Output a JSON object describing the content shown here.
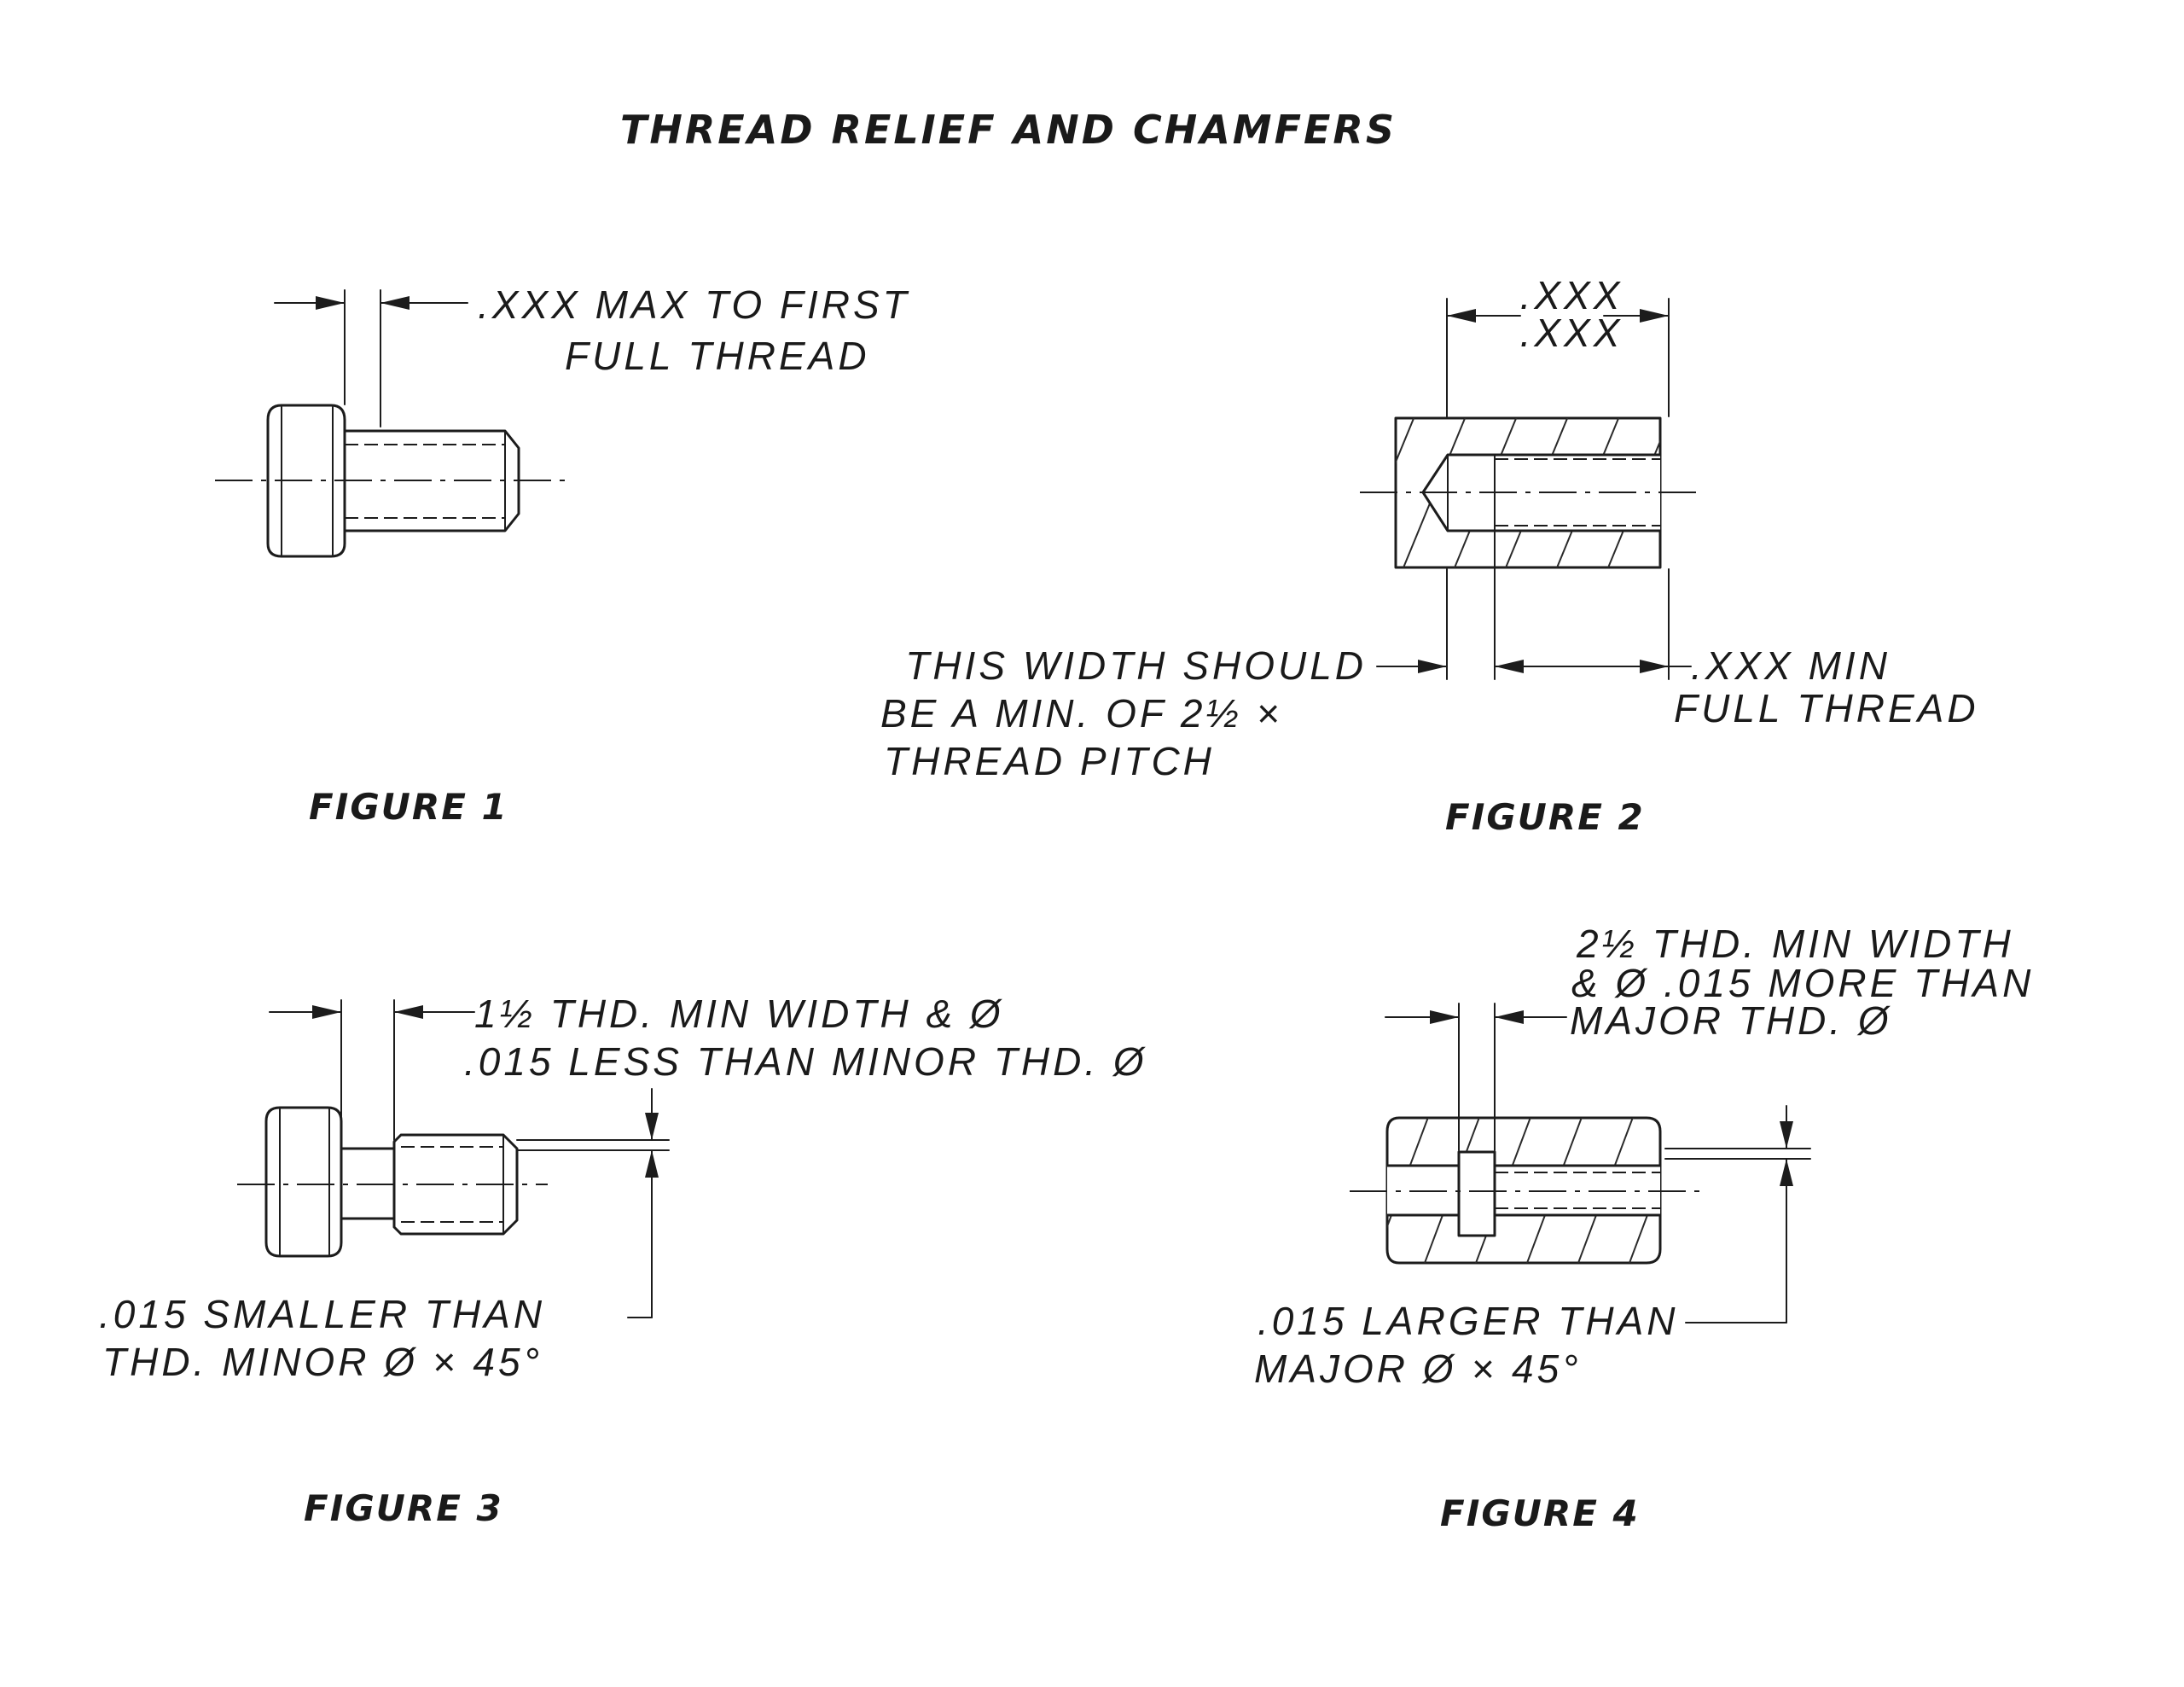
{
  "title": "THREAD RELIEF AND CHAMFERS",
  "figures": [
    {
      "caption": "FIGURE 1",
      "notes": [
        ".XXX MAX TO FIRST",
        "FULL THREAD"
      ]
    },
    {
      "caption": "FIGURE 2",
      "dimension": [
        ".XXX",
        ".XXX"
      ],
      "notes_left": [
        "THIS WIDTH SHOULD",
        "BE A MIN. OF 2½ ×",
        "THREAD PITCH"
      ],
      "notes_right": [
        ".XXX MIN",
        "FULL THREAD"
      ]
    },
    {
      "caption": "FIGURE 3",
      "notes_top": [
        "1½ THD. MIN WIDTH & Ø",
        ".015 LESS THAN MINOR THD. Ø"
      ],
      "notes_bottom": [
        ".015 SMALLER THAN",
        "THD. MINOR Ø × 45°"
      ]
    },
    {
      "caption": "FIGURE 4",
      "notes_top": [
        "2½ THD. MIN WIDTH",
        "& Ø .015 MORE THAN",
        "MAJOR THD. Ø"
      ],
      "notes_bottom": [
        ".015 LARGER THAN",
        "MAJOR Ø × 45°"
      ]
    }
  ]
}
